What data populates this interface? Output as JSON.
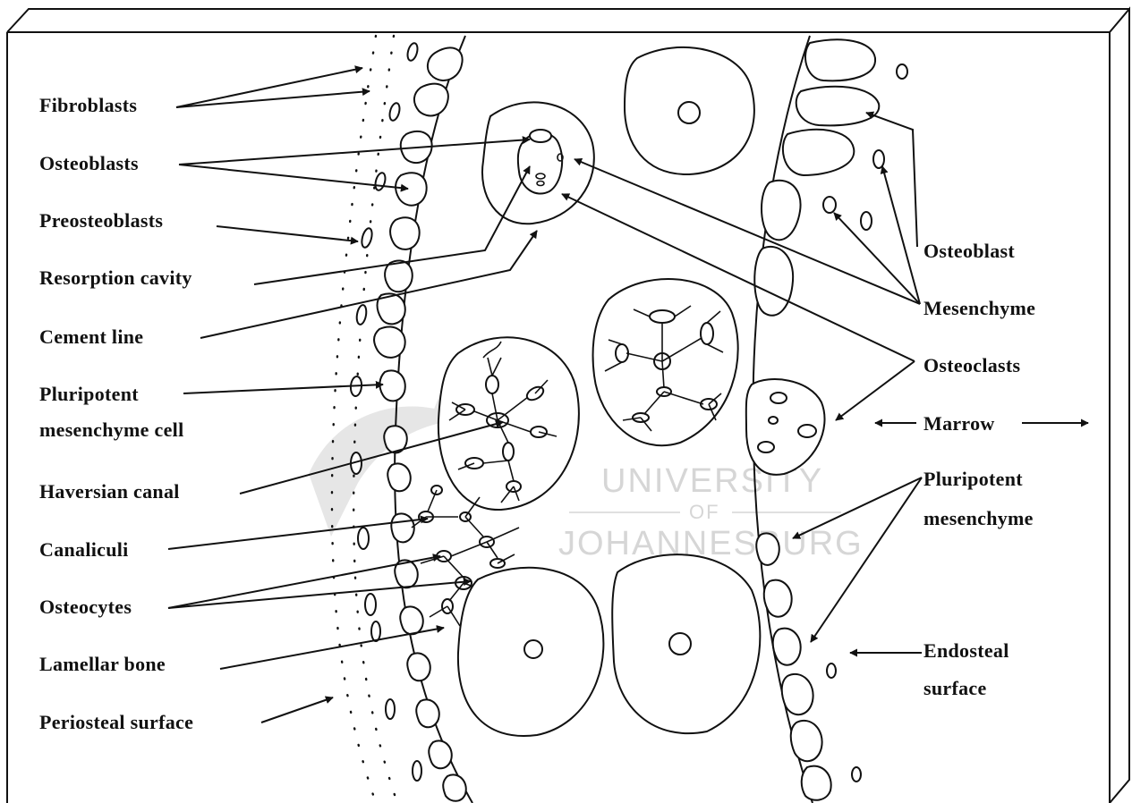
{
  "watermark": {
    "line1": "UNIVERSITY",
    "line2": "OF",
    "line3": "JOHANNESBURG"
  },
  "labels": {
    "left": [
      "Fibroblasts",
      "Osteoblasts",
      "Preosteoblasts",
      "Resorption cavity",
      "Cement line",
      "Pluripotent",
      "mesenchyme cell",
      "Haversian canal",
      "Canaliculi",
      "Osteocytes",
      "Lamellar bone",
      "Periosteal surface"
    ],
    "right": [
      "Osteoblast",
      "Mesenchyme",
      "Osteoclasts",
      "Marrow",
      "Pluripotent",
      "mesenchyme",
      "Endosteal",
      "surface"
    ]
  },
  "colors": {
    "ink": "#111111",
    "background": "#ffffff",
    "watermark": "#d6d6d6"
  }
}
